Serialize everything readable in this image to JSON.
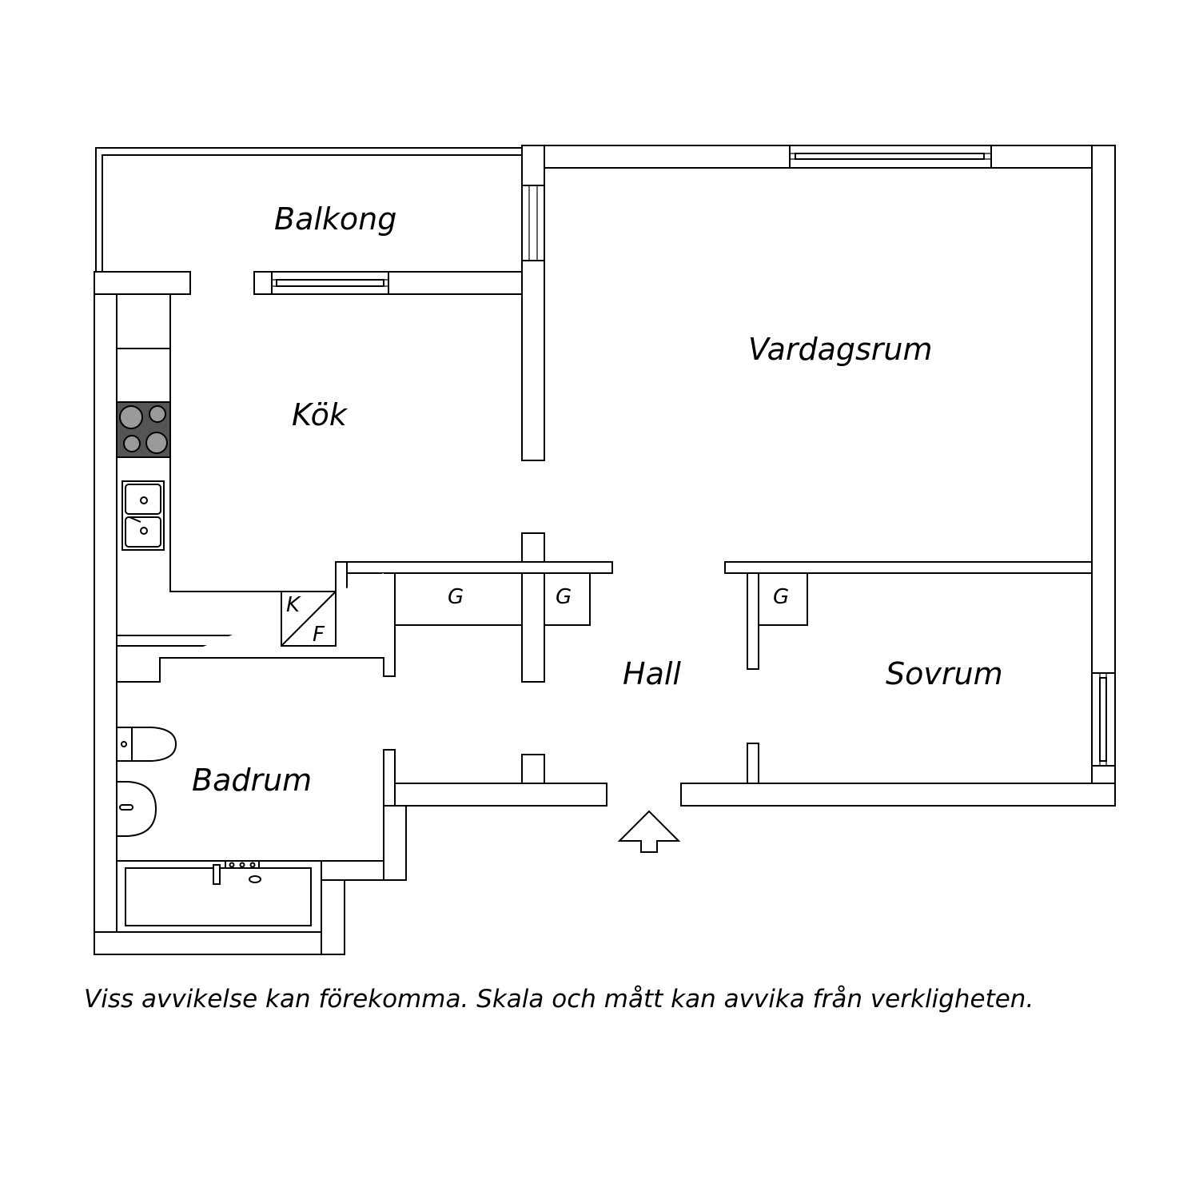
{
  "rooms": {
    "balcony": "Balkong",
    "kitchen": "Kök",
    "living_room": "Vardagsrum",
    "hall": "Hall",
    "bedroom": "Sovrum",
    "bathroom": "Badrum"
  },
  "closets": {
    "hall_left": "G",
    "hall_right": "G",
    "bedroom": "G"
  },
  "appliances": {
    "freezer_k": "K",
    "freezer_f": "F"
  },
  "colors": {
    "stove": "#555555",
    "burner": "#9a9a9a"
  },
  "icons": [
    "entrance-arrow-icon",
    "stove-icon",
    "sink-icon",
    "toilet-icon",
    "washbasin-icon",
    "bathtub-icon"
  ],
  "disclaimer": "Viss avvikelse kan förekomma. Skala och mått kan avvika från verkligheten."
}
